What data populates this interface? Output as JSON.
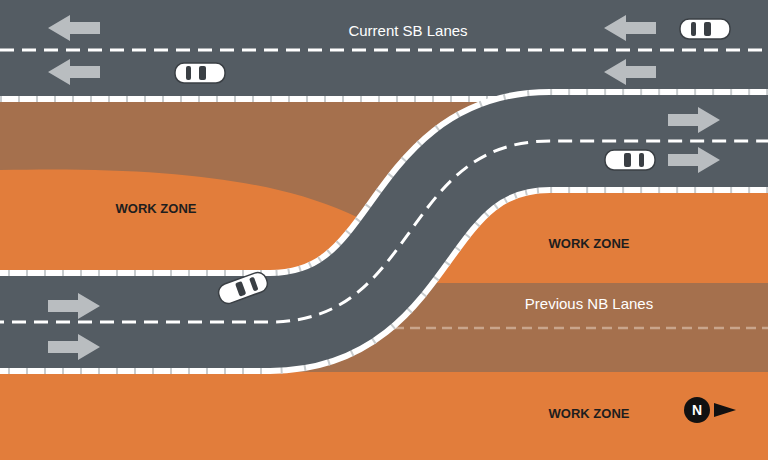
{
  "diagram": {
    "nodes": [
      {
        "text": [
          "N"
        ]
      }
    ],
    "labels": [
      "Current SB Lanes",
      "WORK ZONE",
      "WORK ZONE",
      "Previous NB Lanes",
      "WORK ZONE"
    ]
  }
}
